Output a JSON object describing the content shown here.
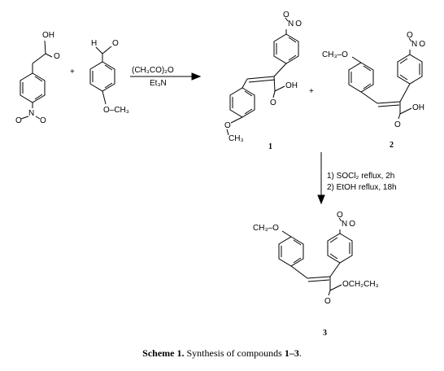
{
  "scheme": {
    "reactant_a": {
      "oh": "OH",
      "o_acid": "O",
      "nitro_o1": "O",
      "nitro_n": "N",
      "nitro_o2": "O"
    },
    "plus_1": "+",
    "reactant_b": {
      "h": "H",
      "o_ald": "O",
      "methoxy": "O–CH₃"
    },
    "reagents_top": "(CH₃CO)₂O",
    "reagents_bottom": "Et₃N",
    "compound_1": {
      "label": "1",
      "nitro": "N O",
      "nitro_o_top": "O",
      "oh": "OH",
      "o_acid": "O",
      "methoxy_o": "O",
      "methoxy_ch3": "CH₃"
    },
    "plus_2": "+",
    "compound_2": {
      "label": "2",
      "ch3o": "CH₃–O",
      "nitro": "N O",
      "nitro_o_top": "O",
      "oh": "OH",
      "o_acid": "O"
    },
    "step_1": "1) SOCl₂ reflux, 2h",
    "step_2": "2) EtOH reflux, 18h",
    "compound_3": {
      "label": "3",
      "ch3o": "CH₃–O",
      "nitro": "N O",
      "nitro_o_top": "O",
      "ester": "OCH₂CH₃",
      "o_ester": "O"
    }
  },
  "caption": {
    "prefix": "Scheme 1.",
    "text": " Synthesis of compounds ",
    "range": "1–3",
    "suffix": "."
  }
}
